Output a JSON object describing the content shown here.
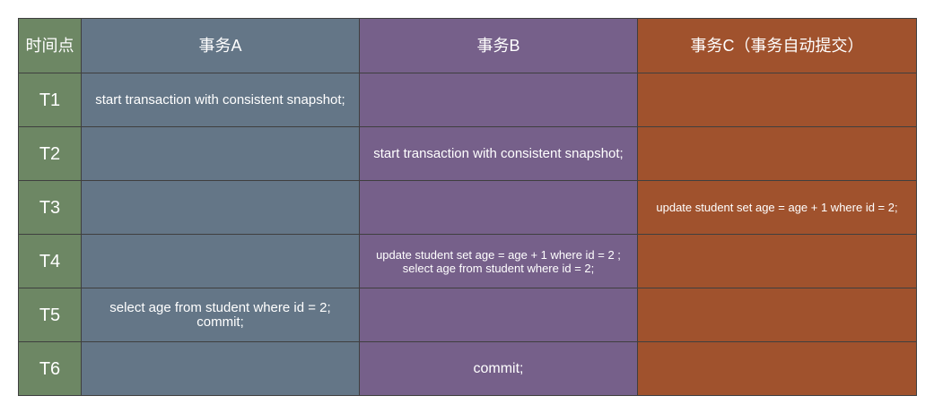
{
  "header": {
    "time_label": "时间点",
    "col_a": "事务A",
    "col_b": "事务B",
    "col_c": "事务C（事务自动提交）"
  },
  "rows": [
    {
      "time": "T1",
      "a": [
        "start transaction with consistent snapshot;"
      ],
      "b": [],
      "c": []
    },
    {
      "time": "T2",
      "a": [],
      "b": [
        "start transaction with consistent snapshot;"
      ],
      "c": []
    },
    {
      "time": "T3",
      "a": [],
      "b": [],
      "c": [
        "update student set age = age + 1 where id = 2;"
      ]
    },
    {
      "time": "T4",
      "a": [],
      "b": [
        "update student set age = age + 1 where id = 2 ;",
        "select age from student where id = 2;"
      ],
      "c": []
    },
    {
      "time": "T5",
      "a": [
        "select age from student where id = 2;",
        "commit;"
      ],
      "b": [],
      "c": []
    },
    {
      "time": "T6",
      "a": [],
      "b": [
        "commit;"
      ],
      "c": []
    }
  ],
  "colors": {
    "time": "#6d8764",
    "a": "#647687",
    "b": "#76608a",
    "c": "#a0522d",
    "border": "#3f3f3f"
  }
}
